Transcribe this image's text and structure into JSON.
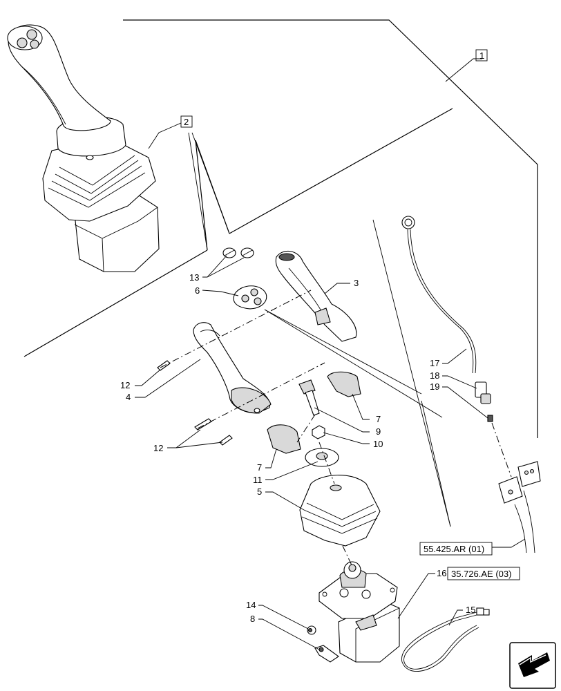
{
  "callouts": {
    "c1": "1",
    "c2": "2",
    "c3": "3",
    "c4": "4",
    "c5": "5",
    "c6": "6",
    "c7a": "7",
    "c7b": "7",
    "c8": "8",
    "c9": "9",
    "c10": "10",
    "c11": "11",
    "c12a": "12",
    "c12b": "12",
    "c13": "13",
    "c14": "14",
    "c15": "15",
    "c16": "16",
    "c17": "17",
    "c18": "18",
    "c19": "19"
  },
  "references": {
    "ref_55425": "55.425.AR (01)",
    "ref_35726": "35.726.AE (03)"
  },
  "nav": {
    "arrow_icon": "navigation-arrow-icon"
  }
}
